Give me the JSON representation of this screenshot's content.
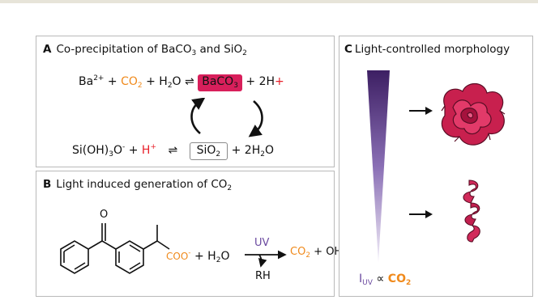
{
  "panel_a": {
    "letter": "A",
    "title": "Co-precipitation of BaCO",
    "title_sub3": "3",
    "title_and": " and SiO",
    "title_sub2": "2",
    "eq1": {
      "ba": "Ba",
      "ba_charge": "2+",
      "plus1": " + ",
      "co2": "CO",
      "co2_sub": "2",
      "plus2": " + H",
      "h2o_sub": "2",
      "o": "O ",
      "arrow": "⇌",
      "baco3": "BaCO",
      "baco3_sub": "3",
      "plus3": "  + 2H",
      "hplus": "+"
    },
    "eq2": {
      "sioh": "Si(OH)",
      "sioh_sub": "3",
      "o": "O",
      "o_charge": "-",
      "plus1": " + ",
      "h": "H",
      "h_charge": "+",
      "arrow": "⇌",
      "sio2": "SiO",
      "sio2_sub": "2",
      "plus2": "  + 2H",
      "h2o_sub": "2",
      "o2": "O"
    }
  },
  "panel_b": {
    "letter": "B",
    "title": "Light induced generation of CO",
    "title_sub": "2",
    "carbonyl_o": "O",
    "coo": "COO",
    "coo_charge": "-",
    "plus_h2o": " + H",
    "h2o_sub": "2",
    "h2o_o": "O",
    "uv": "UV",
    "rh": "RH",
    "co2": "CO",
    "co2_sub": "2",
    "oh": " + OH",
    "oh_charge": "-"
  },
  "panel_c": {
    "letter": "C",
    "title": "Light-controlled morphology",
    "i": "I",
    "i_sub": "UV",
    "prop": " ∝ ",
    "co2": "CO",
    "co2_sub": "2"
  },
  "colors": {
    "orange": "#f08a1c",
    "red": "#e8202a",
    "magenta": "#d81f5b",
    "purple": "#4a2a6e"
  }
}
